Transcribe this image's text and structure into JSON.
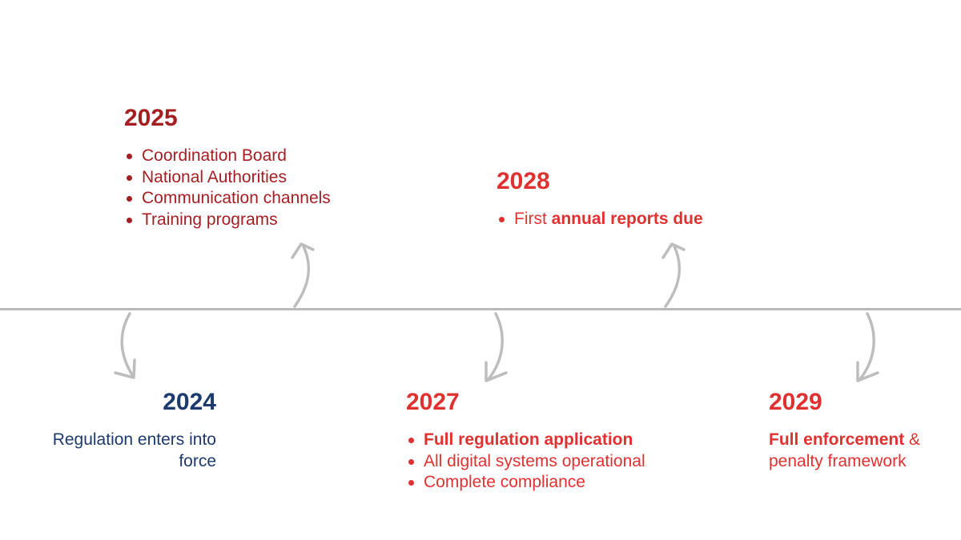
{
  "colors": {
    "axis": "#b9b9b9",
    "arrow": "#bdbdbd",
    "dark_red": "#a41e22",
    "red": "#e03131",
    "navy": "#1d3a6e"
  },
  "milestones": {
    "m2025": {
      "year": "2025",
      "items": [
        "Coordination Board",
        "National Authorities",
        "Communication channels",
        "Training programs"
      ]
    },
    "m2028": {
      "year": "2028",
      "item_prefix": "First ",
      "item_bold": "annual reports due"
    },
    "m2024": {
      "year": "2024",
      "text": "Regulation enters into force"
    },
    "m2027": {
      "year": "2027",
      "items": [
        "Full regulation application",
        "All digital systems operational",
        "Complete compliance"
      ]
    },
    "m2029": {
      "year": "2029",
      "text_bold": "Full enforcement",
      "text_rest": " & penalty framework"
    }
  }
}
